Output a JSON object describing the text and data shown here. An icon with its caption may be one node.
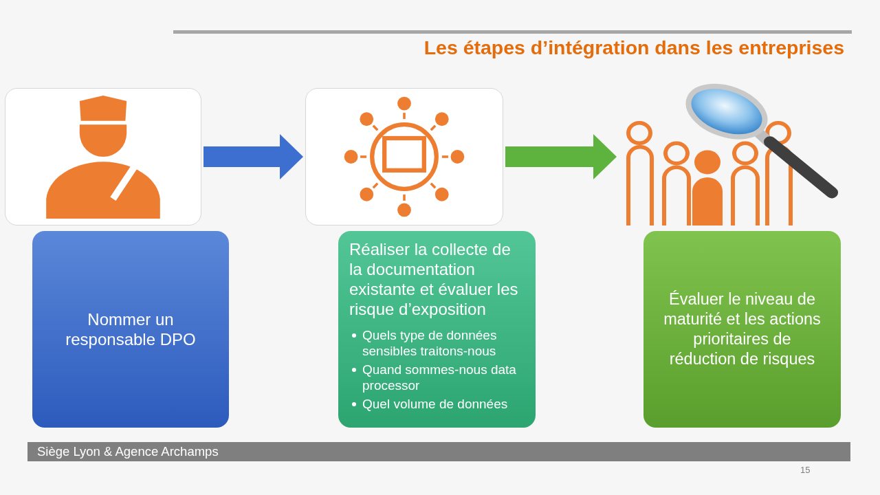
{
  "diagram": {
    "title": "Les étapes d’intégration dans les entreprises",
    "nodes": [
      {
        "text": [],
        "shape": "picture"
      },
      {
        "text": [
          "Nommer un responsable DPO"
        ]
      },
      {
        "text": [],
        "shape": "picture"
      },
      {
        "text": [
          "Réaliser la collecte de la documentation existante et évaluer les risque d’exposition",
          "Quels type de données sensibles traitons-nous",
          "Quand sommes-nous data processor",
          "Quel volume de données"
        ]
      },
      {
        "text": [],
        "shape": "picture"
      },
      {
        "text": [
          "Évaluer le niveau de maturité et les actions prioritaires de réduction de risques"
        ]
      },
      {
        "text": [
          "Siège Lyon & Agence Archamps"
        ]
      }
    ],
    "edges": [
      {
        "from": 0,
        "to": 2,
        "arrow": "to",
        "color": "#3d6fd1"
      },
      {
        "from": 2,
        "to": 4,
        "arrow": "to",
        "color": "#5eb33e"
      }
    ],
    "labels": [
      "15"
    ]
  }
}
